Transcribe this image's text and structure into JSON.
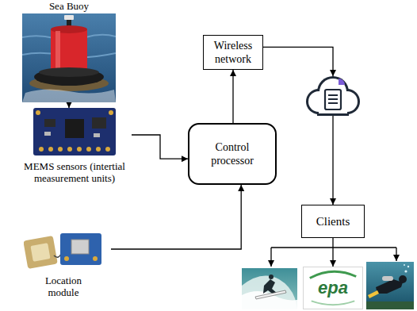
{
  "diagram": {
    "nodes": [
      {
        "text": [
          "Sea Buoy"
        ]
      },
      {
        "text": [
          "MEMS sensors (intertial measurement units)"
        ]
      },
      {
        "text": [
          "Location module"
        ]
      },
      {
        "text": [
          "Control processor"
        ]
      },
      {
        "text": [
          "Wireless network"
        ]
      },
      {
        "text": [
          "Clients"
        ]
      },
      {
        "text": [
          "epa"
        ]
      }
    ],
    "edges": [
      {
        "from": 0,
        "to": 1,
        "arrow": "to"
      },
      {
        "from": 1,
        "to": 3,
        "arrow": "to"
      },
      {
        "from": 2,
        "to": 3,
        "arrow": "to"
      },
      {
        "from": 3,
        "to": 4,
        "arrow": "to"
      },
      {
        "from": 4,
        "to": 5,
        "arrow": "to"
      },
      {
        "from": 5,
        "to": 6,
        "arrow": "to"
      }
    ]
  }
}
